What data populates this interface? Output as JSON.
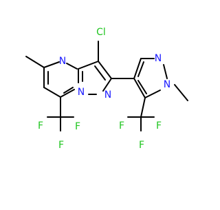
{
  "molecule": {
    "atoms": {
      "cl": "Cl",
      "n_ring_top": "N",
      "n_bridge": "N",
      "n_pyrazole": "N",
      "n_pz_top": "N",
      "n_methyl": "N",
      "f_cf3_left_1": "F",
      "f_cf3_left_2": "F",
      "f_cf3_left_3": "F",
      "f_cf3_right_1": "F",
      "f_cf3_right_2": "F",
      "f_cf3_right_3": "F"
    },
    "colors": {
      "carbon": "#000000",
      "nitrogen": "#1a1aff",
      "halogen": "#1ec41e"
    }
  }
}
